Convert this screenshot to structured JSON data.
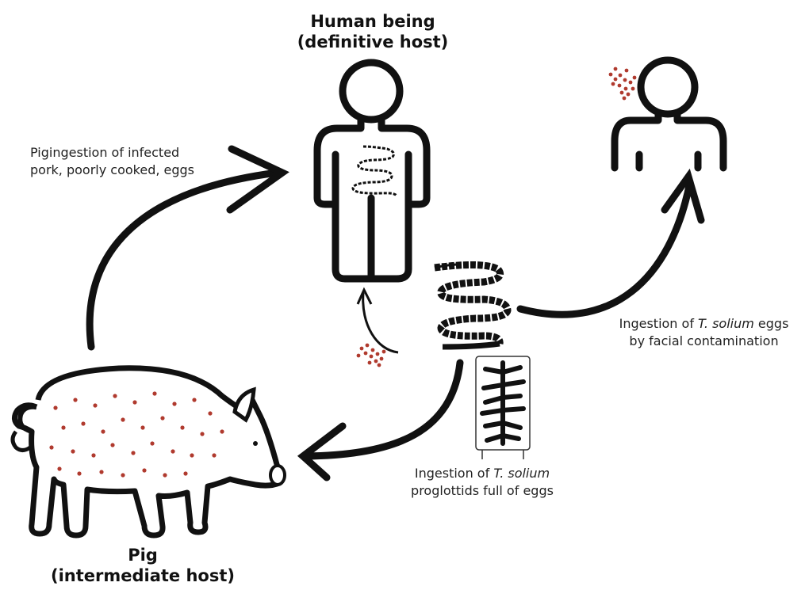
{
  "hosts": {
    "human": {
      "line1": "Human being",
      "line2": "(definitive host)"
    },
    "pig": {
      "line1": "Pig",
      "line2": "(intermediate host)"
    }
  },
  "routes": {
    "pork": {
      "line1": "Pigingestion of infected",
      "line2": "pork, poorly cooked, eggs"
    },
    "facial": {
      "line1_pre": "Ingestion of ",
      "line1_em": "T. solium",
      "line1_post": " eggs",
      "line2": "by facial contamination"
    },
    "proglottids": {
      "line1_pre": "Ingestion of ",
      "line1_em": "T. solium",
      "line2": "proglottids full of eggs"
    }
  },
  "colors": {
    "ink": "#111111",
    "eggs": "#b03a2e"
  },
  "icons": [
    "human-figure-icon",
    "human-bust-icon",
    "pig-icon",
    "tapeworm-icon",
    "proglottid-icon",
    "egg-cluster-icon",
    "cycle-arrow-icon"
  ]
}
